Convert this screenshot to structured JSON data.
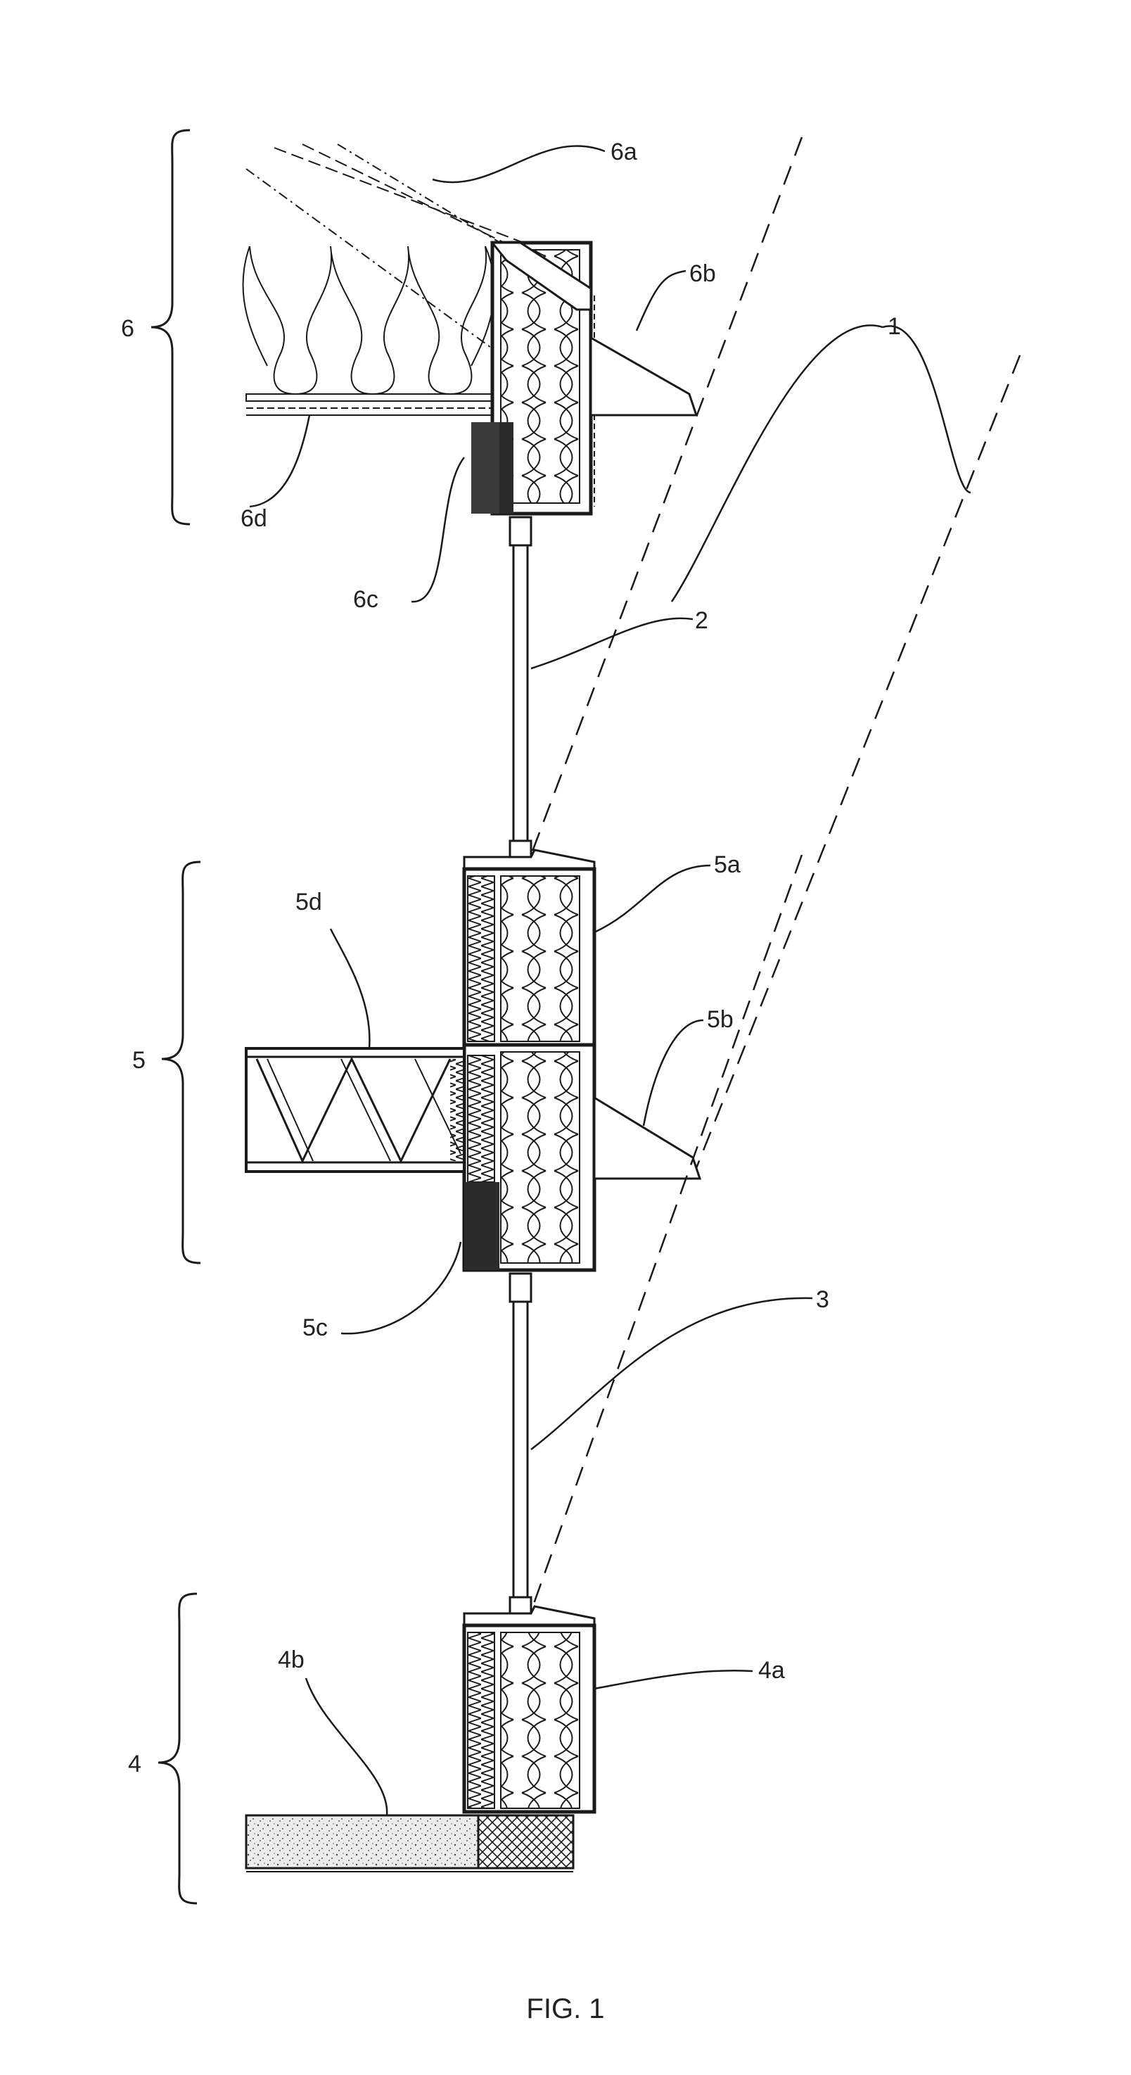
{
  "figure": {
    "caption": "FIG. 1"
  },
  "labels": {
    "ref_1": "1",
    "ref_2": "2",
    "ref_3": "3",
    "ref_4": "4",
    "ref_4a": "4a",
    "ref_4b": "4b",
    "ref_5": "5",
    "ref_5a": "5a",
    "ref_5b": "5b",
    "ref_5c": "5c",
    "ref_5d": "5d",
    "ref_6": "6",
    "ref_6a": "6a",
    "ref_6b": "6b",
    "ref_6c": "6c",
    "ref_6d": "6d"
  },
  "colors": {
    "line": "#1a1a1a",
    "insulation_fill": "#ffffff",
    "dark_fill": "#2b2b2b",
    "concrete_fill": "#e6e6e6"
  }
}
